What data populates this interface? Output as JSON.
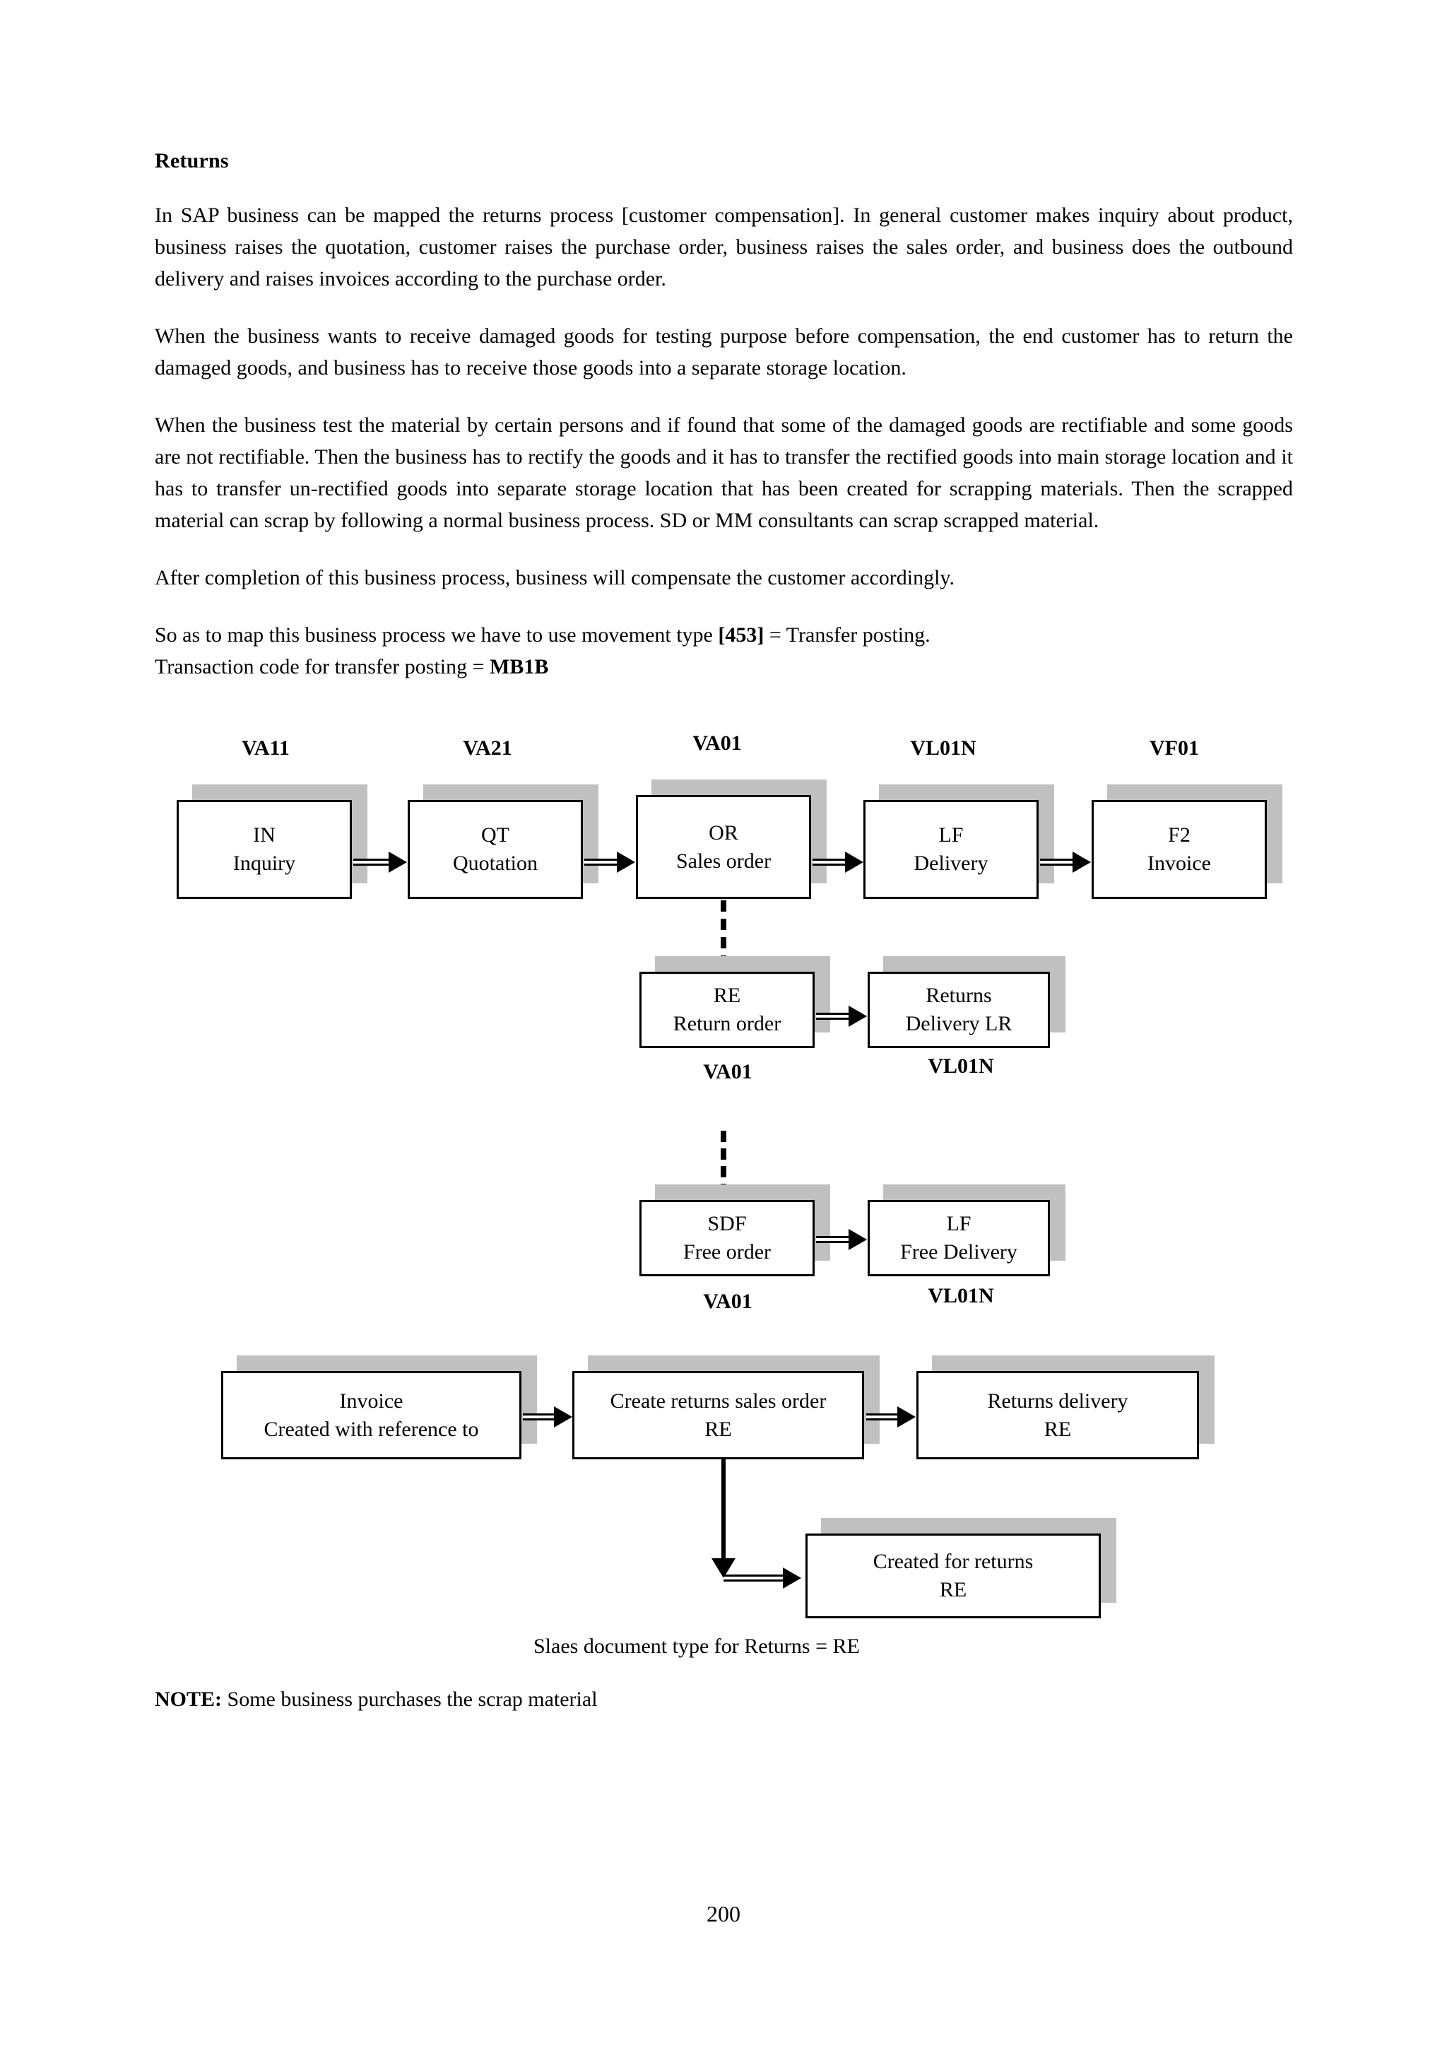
{
  "document": {
    "heading": "Returns",
    "paragraphs": [
      "In SAP business can be mapped the returns process [customer compensation]. In general customer makes inquiry about product, business raises the quotation, customer raises the purchase order, business raises the sales order, and business does the outbound delivery and raises invoices according to the purchase order.",
      "When the business wants to receive damaged goods for testing purpose before compensation, the end customer has to return the damaged goods, and business has to receive those goods into a separate storage location.",
      "When the business test the material by certain persons and if found that some of the damaged goods are rectifiable and some goods are not rectifiable. Then the business has to rectify the goods and it has to transfer the rectified goods into main storage location and it has to transfer un-rectified goods into separate storage location that has been created for scrapping materials. Then the scrapped material can scrap by following a normal business process. SD or MM consultants can scrap scrapped material.",
      "After completion of this business process, business will compensate the customer accordingly."
    ],
    "movement_line": {
      "prefix": "So as to map this business process we have to use movement type ",
      "bold_code": "[453]",
      "suffix": " = Transfer posting."
    },
    "transaction_line": {
      "prefix": "Transaction code for transfer posting = ",
      "bold_code": "MB1B"
    },
    "note": {
      "label": "NOTE:",
      "text": " Some business purchases the scrap material"
    },
    "caption": "Slaes document type for Returns = RE",
    "page_number": "200"
  },
  "diagram": {
    "row1_tcodes": [
      "VA11",
      "VA21",
      "VA01",
      "VL01N",
      "VF01"
    ],
    "row1_nodes": [
      {
        "line1": "IN",
        "line2": "Inquiry"
      },
      {
        "line1": "QT",
        "line2": "Quotation"
      },
      {
        "line1": "OR",
        "line2": "Sales order"
      },
      {
        "line1": "LF",
        "line2": "Delivery"
      },
      {
        "line1": "F2",
        "line2": "Invoice"
      }
    ],
    "row2_nodes": [
      {
        "line1": "RE",
        "line2": "Return order"
      },
      {
        "line1": "Returns",
        "line2": "Delivery LR"
      }
    ],
    "row2_tcodes": [
      "VA01",
      "VL01N"
    ],
    "row3_nodes": [
      {
        "line1": "SDF",
        "line2": "Free order"
      },
      {
        "line1": "LF",
        "line2": "Free Delivery"
      }
    ],
    "row3_tcodes": [
      "VA01",
      "VL01N"
    ],
    "row4_nodes": [
      {
        "line1": "Invoice",
        "line2": "Created with reference to"
      },
      {
        "line1": "Create returns sales order",
        "line2": "RE"
      },
      {
        "line1": "Returns delivery",
        "line2": "RE"
      }
    ],
    "row5_node": {
      "line1": "Created for returns",
      "line2": "RE"
    }
  },
  "colors": {
    "shadow": "#c0c0c0",
    "stroke": "#000000",
    "background": "#ffffff"
  }
}
